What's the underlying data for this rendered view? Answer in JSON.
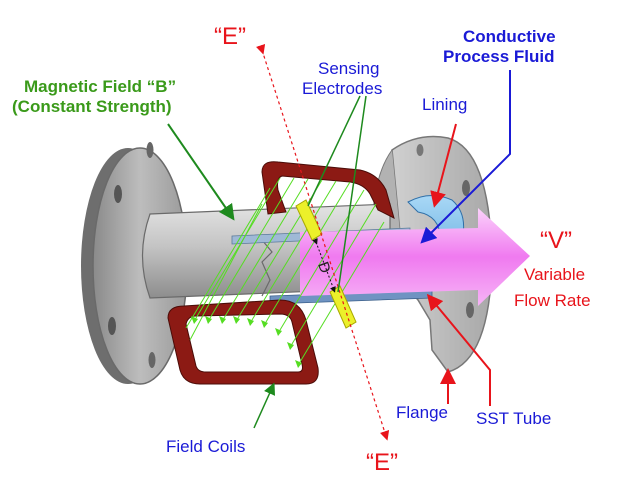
{
  "labels": {
    "e_top": "“E”",
    "e_bottom": "“E”",
    "magnetic_field_line1": "Magnetic Field “B”",
    "magnetic_field_line2": "(Constant Strength)",
    "sensing_electrodes_line1": "Sensing",
    "sensing_electrodes_line2": "Electrodes",
    "conductive_fluid_line1": "Conductive",
    "conductive_fluid_line2": "Process Fluid",
    "lining": "Lining",
    "velocity": "“V”",
    "variable": "Variable",
    "flow_rate": "Flow Rate",
    "diameter": "D",
    "field_coils": "Field Coils",
    "flange": "Flange",
    "sst_tube": "SST Tube"
  },
  "colors": {
    "red": "#e8141b",
    "blue": "#1a1ad6",
    "green": "#1e8a1e",
    "field_lines": "#55dd22",
    "coil": "#8c1a14",
    "electrode": "#ecf02a",
    "lining": "#7dbfea",
    "arrow": "#f06ef0",
    "metal": "#b8b8b8"
  }
}
